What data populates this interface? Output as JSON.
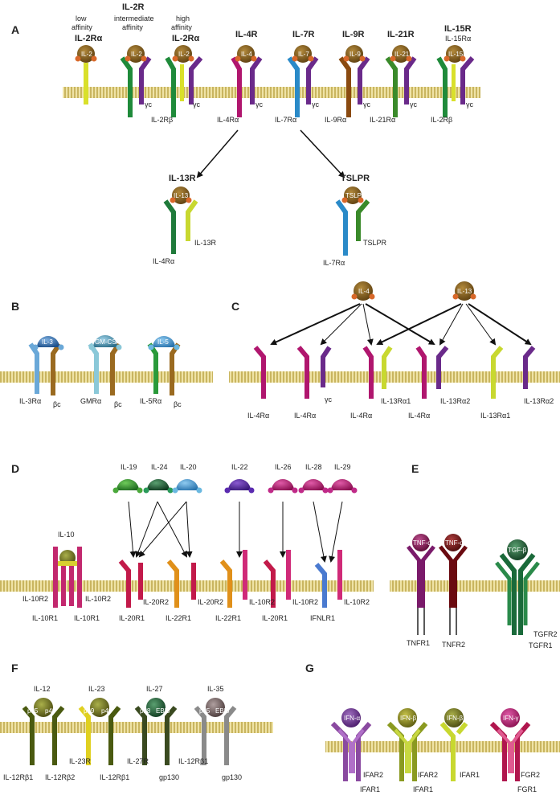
{
  "colors": {
    "membrane_fill": "#e8d98f",
    "membrane_stripe": "#a08d3a",
    "ligand_brown": "#7a5a1e",
    "ligand_accent": "#d8682a",
    "arrow": "#111111"
  },
  "panels": {
    "A": {
      "letter": "A",
      "il2r_title": "IL-2R",
      "aff_low": "low\naffinity",
      "aff_int": "intermediate\naffinity",
      "aff_high": "high\naffinity",
      "receptors": [
        {
          "group": "low",
          "top_label": "IL-2Rα",
          "ligand": "IL-2"
        },
        {
          "group": "int",
          "top_label": "",
          "ligand": "IL-2"
        },
        {
          "group": "high",
          "top_label": "IL-2Rα",
          "ligand": "IL-2"
        },
        {
          "group": "il4r",
          "top_label": "IL-4R",
          "ligand": "IL-4"
        },
        {
          "group": "il7r",
          "top_label": "IL-7R",
          "ligand": "IL-7"
        },
        {
          "group": "il9r",
          "top_label": "IL-9R",
          "ligand": "IL-9"
        },
        {
          "group": "il21r",
          "top_label": "IL-21R",
          "ligand": "IL-21"
        },
        {
          "group": "il15r",
          "top_label": "IL-15R",
          "sub_label": "IL-15Rα",
          "ligand": "IL-15"
        }
      ],
      "gamma_c": "γc",
      "bottom_labels": [
        "IL-2Rβ",
        "IL-4Rα",
        "IL-7Rα",
        "IL-9Rα",
        "IL-21Rα",
        "IL-2Rβ"
      ],
      "il13r": {
        "title": "IL-13R",
        "ligand": "IL-13",
        "chain1": "IL-4Rα",
        "chain2": "IL-13R"
      },
      "tslpr": {
        "title": "TSLPR",
        "ligand": "TSLP",
        "chain1": "IL-7Rα",
        "chain2": "TSLPR"
      }
    },
    "B": {
      "letter": "B",
      "receptors": [
        {
          "ligand": "IL-3",
          "alpha": "IL-3Rα",
          "beta": "βc"
        },
        {
          "ligand": "GM-CSF",
          "alpha": "GMRα",
          "beta": "βc"
        },
        {
          "ligand": "IL-5",
          "alpha": "IL-5Rα",
          "beta": "βc"
        }
      ]
    },
    "C": {
      "letter": "C",
      "ligands": [
        "IL-4",
        "IL-13"
      ],
      "chains": [
        "IL-4Rα",
        "IL-4Rα",
        "γc",
        "IL-4Rα",
        "IL-13Rα1",
        "IL-4Rα",
        "IL-13Rα2",
        "IL-13Rα1",
        "IL-13Rα2"
      ]
    },
    "D": {
      "letter": "D",
      "ligands": [
        "IL-10",
        "IL-19",
        "IL-24",
        "IL-20",
        "IL-22",
        "IL-26",
        "IL-28",
        "IL-29"
      ],
      "upper_labels": [
        "IL-10R2",
        "IL-10R2",
        "IL-20R2",
        "IL-20R2",
        "IL-10R2",
        "IL-10R2",
        "IL-10R2"
      ],
      "lower_labels": [
        "IL-10R1",
        "IL-10R1",
        "IL-20R1",
        "IL-22R1",
        "IL-22R1",
        "IL-20R1",
        "IFNLR1"
      ]
    },
    "E": {
      "letter": "E",
      "ligands": [
        "TNF-α",
        "TNF-α",
        "TGF-β"
      ],
      "labels": [
        "TNFR1",
        "TNFR2",
        "TGFR2",
        "TGFR1"
      ]
    },
    "F": {
      "letter": "F",
      "receptors": [
        {
          "name": "IL-12",
          "sub1": "p35",
          "sub2": "p40",
          "chain1": "IL-12Rβ1",
          "chain2": "IL-12Rβ2"
        },
        {
          "name": "IL-23",
          "sub1": "p19",
          "sub2": "p40",
          "chain1": "IL-23R",
          "chain2": "IL-12Rβ1"
        },
        {
          "name": "IL-27",
          "sub1": "p28",
          "sub2": "EBI3",
          "chain1": "IL-27R",
          "chain2": "gp130"
        },
        {
          "name": "IL-35",
          "sub1": "p35",
          "sub2": "EBI3",
          "chain1": "IL-12Rβ1",
          "chain2": "gp130"
        }
      ]
    },
    "G": {
      "letter": "G",
      "ligands": [
        "IFN-α",
        "IFN-β",
        "IFN-β",
        "IFN-γ"
      ],
      "labels": [
        "IFAR2",
        "IFAR1",
        "IFAR2",
        "IFAR1",
        "IFAR1",
        "FGR2",
        "FGR1"
      ]
    }
  }
}
